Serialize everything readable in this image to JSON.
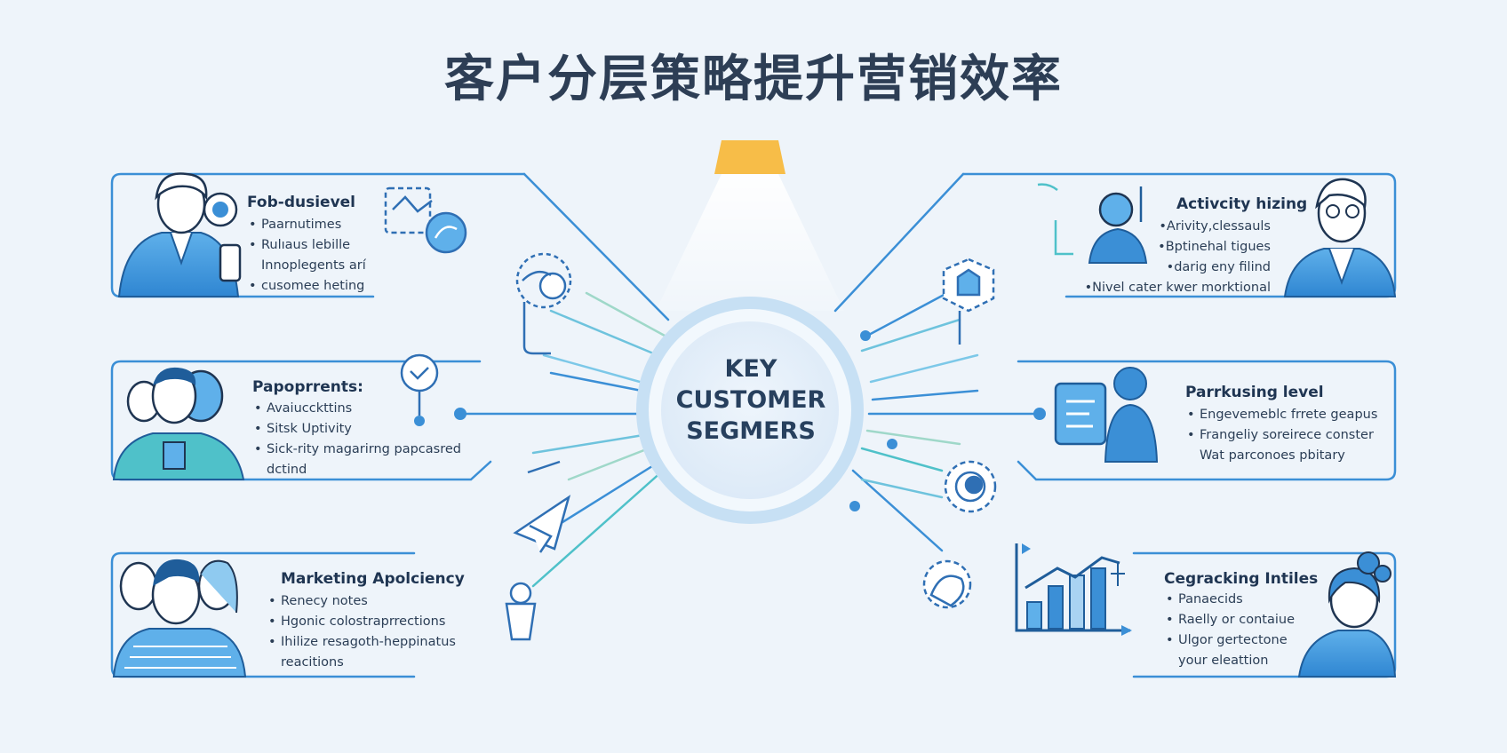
{
  "title": "客户分层策略提升营销效率",
  "hub": {
    "line1": "KEY",
    "line2": "CUSTOMER",
    "line3": "SEGMERS"
  },
  "colors": {
    "accent": "#3b8fd6",
    "accent_light": "#a9d3f2",
    "teal": "#4fc1c9",
    "lamp": "#f7bd48",
    "ink": "#1f3552",
    "background": "#eef4fa"
  },
  "cards": {
    "top_left": {
      "heading": "Fob-dusievel",
      "items": [
        "Paarnutimes",
        "Rulıaus lebille",
        "Innoplegents arí",
        "cusomee heting"
      ],
      "continuation": [
        false,
        false,
        true,
        false
      ]
    },
    "mid_left": {
      "heading": "Papoprrents:",
      "items": [
        "Avaiucckttins",
        "Sitsk Uptivity",
        "Sick-rity magarirng papcasred",
        "dctind"
      ],
      "continuation": [
        false,
        false,
        false,
        true
      ]
    },
    "bottom_left": {
      "heading": "Marketing Apolciency",
      "items": [
        "Renecy notes",
        "Hgonic colostraprrections",
        "Ihilize resagoth-heppinatus",
        "reacitions"
      ],
      "continuation": [
        false,
        false,
        false,
        true
      ]
    },
    "top_right": {
      "heading": "Activcity hizing",
      "items": [
        "Arivity,clessauls",
        "Bptinehal tigues",
        "darig eny filind",
        "Nivel cater kwer morktional"
      ]
    },
    "mid_right": {
      "heading": "Parrkusing level",
      "items": [
        "Engevemeblc frrete geapus",
        "Frangeliy soreirece conster",
        "Wat parconoes pbitary"
      ],
      "continuation": [
        false,
        false,
        true
      ]
    },
    "bottom_right": {
      "heading": "Cegracking Intiles",
      "items": [
        "Panaecids",
        "Raelly or contaiue",
        "Ulgor gertectone",
        "your eleattion"
      ],
      "continuation": [
        false,
        false,
        false,
        true
      ]
    }
  },
  "icons": [
    "person-with-phone-icon",
    "map-puzzle-icon",
    "globe-gear-icon",
    "arrows-circle-icon",
    "paper-plane-icon",
    "lightbulb-icon",
    "team-icon",
    "group-icon",
    "hexagon-badge-icon",
    "gear-target-icon",
    "gear-hand-icon",
    "bar-chart-icon",
    "man-avatar-icon",
    "user-with-arrows-icon",
    "document-user-icon",
    "woman-avatar-icon",
    "spotlight-icon"
  ]
}
